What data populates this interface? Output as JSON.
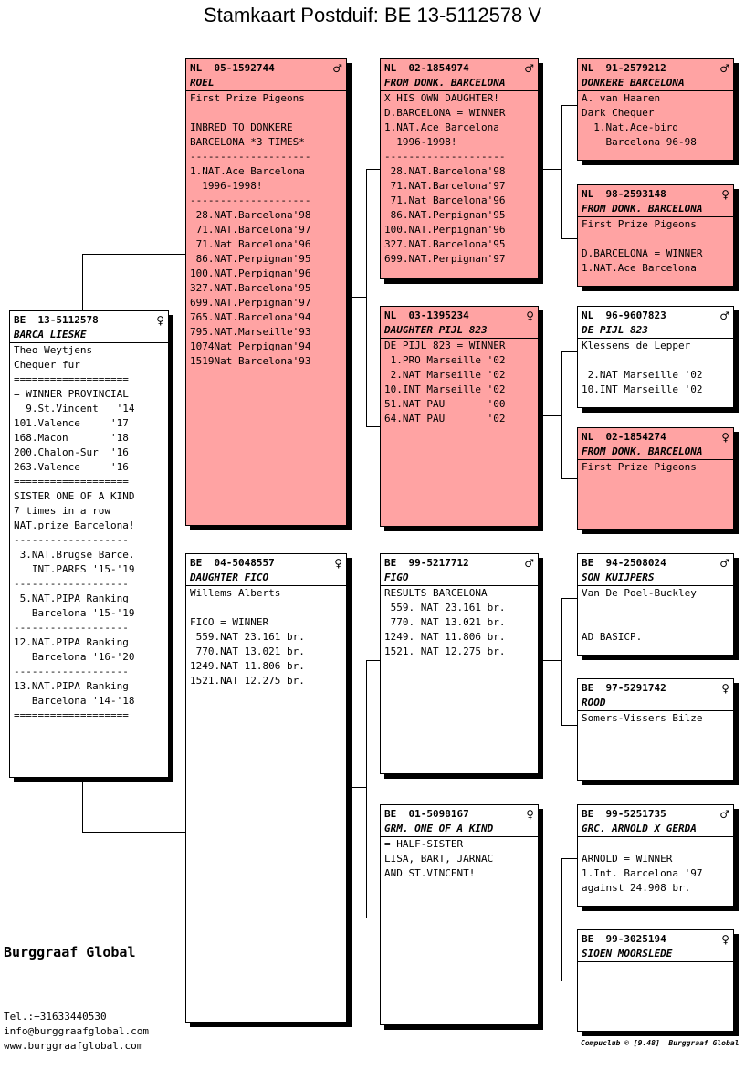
{
  "title": "Stamkaart Postduif: BE  13-5112578 V",
  "symbols": {
    "male": "♂",
    "female": "♀"
  },
  "colors": {
    "pink": "#ffa3a3",
    "white": "#ffffff"
  },
  "cards": {
    "subject": {
      "ring": "BE  13-5112578",
      "sex": "female",
      "name": "BARCA LIESKE",
      "lines": [
        "Theo Weytjens",
        "Chequer fur",
        "===================",
        "= WINNER PROVINCIAL",
        "  9.St.Vincent   '14",
        "101.Valence     '17",
        "168.Macon       '18",
        "200.Chalon-Sur  '16",
        "263.Valence     '16",
        "===================",
        "SISTER ONE OF A KIND",
        "7 times in a row",
        "NAT.prize Barcelona!",
        "-------------------",
        " 3.NAT.Brugse Barce.",
        "   INT.PARES '15-'19",
        "-------------------",
        " 5.NAT.PIPA Ranking",
        "   Barcelona '15-'19",
        "-------------------",
        "12.NAT.PIPA Ranking",
        "   Barcelona '16-'20",
        "-------------------",
        "13.NAT.PIPA Ranking",
        "   Barcelona '14-'18",
        "==================="
      ]
    },
    "father": {
      "ring": "NL  05-1592744",
      "sex": "male",
      "name": "ROEL",
      "lines": [
        "First Prize Pigeons",
        "",
        "INBRED TO DONKERE",
        "BARCELONA *3 TIMES*",
        "--------------------",
        "1.NAT.Ace Barcelona",
        "  1996-1998!",
        "--------------------",
        " 28.NAT.Barcelona'98",
        " 71.NAT.Barcelona'97",
        " 71.Nat Barcelona'96",
        " 86.NAT.Perpignan'95",
        "100.NAT.Perpignan'96",
        "327.NAT.Barcelona'95",
        "699.NAT.Perpignan'97",
        "765.NAT.Barcelona'94",
        "795.NAT.Marseille'93",
        "1074Nat Perpignan'94",
        "1519Nat Barcelona'93"
      ]
    },
    "mother": {
      "ring": "BE  04-5048557",
      "sex": "female",
      "name": "DAUGHTER FICO",
      "lines": [
        "Willems Alberts",
        "",
        "FICO = WINNER",
        " 559.NAT 23.161 br.",
        " 770.NAT 13.021 br.",
        "1249.NAT 11.806 br.",
        "1521.NAT 12.275 br."
      ]
    },
    "ff": {
      "ring": "NL  02-1854974",
      "sex": "male",
      "name": "FROM DONK. BARCELONA",
      "lines": [
        "X HIS OWN DAUGHTER!",
        "D.BARCELONA = WINNER",
        "1.NAT.Ace Barcelona",
        "  1996-1998!",
        "--------------------",
        " 28.NAT.Barcelona'98",
        " 71.NAT.Barcelona'97",
        " 71.Nat Barcelona'96",
        " 86.NAT.Perpignan'95",
        "100.NAT.Perpignan'96",
        "327.NAT.Barcelona'95",
        "699.NAT.Perpignan'97"
      ]
    },
    "fm": {
      "ring": "NL  03-1395234",
      "sex": "female",
      "name": "DAUGHTER PIJL 823",
      "lines": [
        "DE PIJL 823 = WINNER",
        " 1.PRO Marseille '02",
        " 2.NAT Marseille '02",
        "10.INT Marseille '02",
        "51.NAT PAU       '00",
        "64.NAT PAU       '02"
      ]
    },
    "mf": {
      "ring": "BE  99-5217712",
      "sex": "male",
      "name": "FIGO",
      "lines": [
        "RESULTS BARCELONA",
        " 559. NAT 23.161 br.",
        " 770. NAT 13.021 br.",
        "1249. NAT 11.806 br.",
        "1521. NAT 12.275 br."
      ]
    },
    "mm": {
      "ring": "BE  01-5098167",
      "sex": "female",
      "name": "GRM. ONE OF A KIND",
      "lines": [
        "= HALF-SISTER",
        "LISA, BART, JARNAC",
        "AND ST.VINCENT!"
      ]
    },
    "fff": {
      "ring": "NL  91-2579212",
      "sex": "male",
      "name": "DONKERE BARCELONA",
      "lines": [
        "A. van Haaren",
        "Dark Chequer",
        "  1.Nat.Ace-bird",
        "    Barcelona 96-98"
      ]
    },
    "ffm": {
      "ring": "NL  98-2593148",
      "sex": "female",
      "name": "FROM DONK. BARCELONA",
      "lines": [
        "First Prize Pigeons",
        "",
        "D.BARCELONA = WINNER",
        "1.NAT.Ace Barcelona"
      ]
    },
    "fmf": {
      "ring": "NL  96-9607823",
      "sex": "male",
      "name": "DE PIJL 823",
      "lines": [
        "Klessens de Lepper",
        "",
        " 2.NAT Marseille '02",
        "10.INT Marseille '02"
      ]
    },
    "fmm": {
      "ring": "NL  02-1854274",
      "sex": "female",
      "name": "FROM DONK. BARCELONA",
      "lines": [
        "First Prize Pigeons"
      ]
    },
    "mff": {
      "ring": "BE  94-2508024",
      "sex": "male",
      "name": "SON KUIJPERS",
      "lines": [
        "Van De Poel-Buckley",
        "",
        "",
        "AD BASICP."
      ]
    },
    "mfm": {
      "ring": "BE  97-5291742",
      "sex": "female",
      "name": "ROOD",
      "lines": [
        "Somers-Vissers Bilze"
      ]
    },
    "mmf": {
      "ring": "BE  99-5251735",
      "sex": "male",
      "name": "GRC. ARNOLD X GERDA",
      "lines": [
        "",
        "ARNOLD = WINNER",
        "1.Int. Barcelona '97",
        "against 24.908 br."
      ]
    },
    "mmm": {
      "ring": "BE  99-3025194",
      "sex": "female",
      "name": "SIOEN MOORSLEDE",
      "lines": []
    }
  },
  "footer": {
    "brand": "Burggraaf Global",
    "phone": "Tel.:+31633440530",
    "email": "info@burggraafglobal.com",
    "website": "www.burggraafglobal.com",
    "credit": "Compuclub © [9.48]  Burggraaf Global"
  }
}
